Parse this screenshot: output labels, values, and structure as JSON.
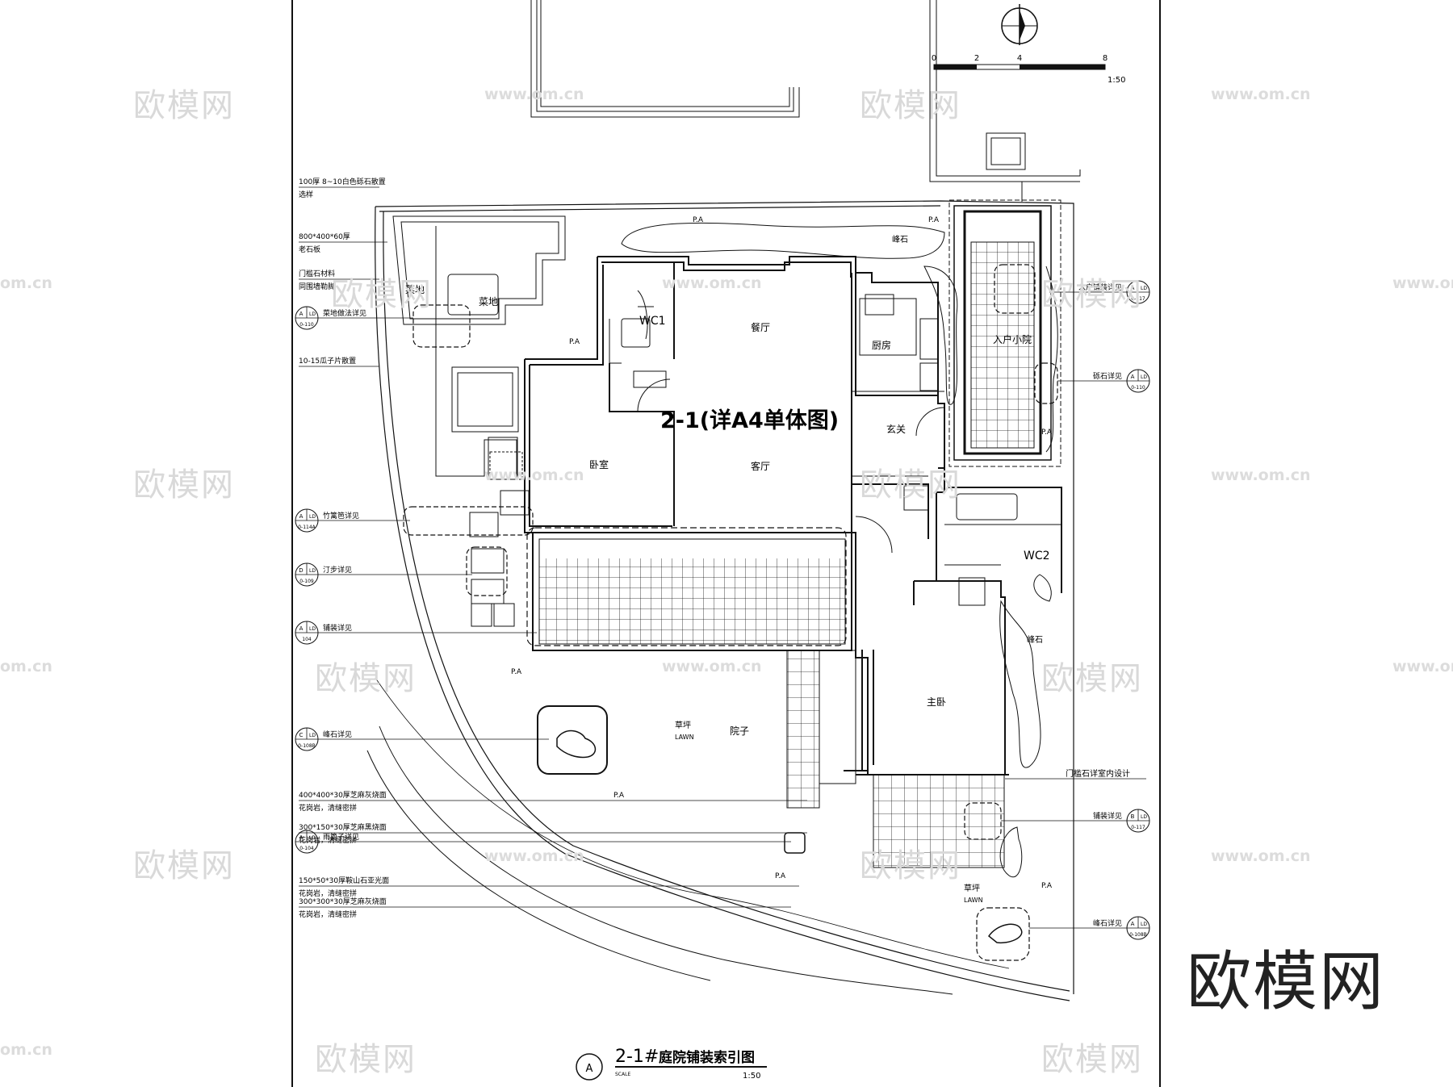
{
  "title": {
    "index_letter": "A",
    "prefix": "2-1#",
    "name": "庭院铺装索引图",
    "scale_word": "SCALE",
    "scale": "1:50"
  },
  "scale_bar": {
    "ticks": [
      "0",
      "2",
      "4",
      "8"
    ],
    "ratio": "1:50"
  },
  "unit_label": "2-1(详A4单体图)",
  "rooms": {
    "wc1": "WC1",
    "dining": "餐厅",
    "kitchen": "厨房",
    "entry_court": "入户小院",
    "foyer": "玄关",
    "bedroom": "卧室",
    "living": "客厅",
    "wc2": "WC2",
    "master": "主卧",
    "vegetable_a": "菜地",
    "vegetable_b": "菜地",
    "lawn_cn": "草坪",
    "lawn_en": "LAWN",
    "yard": "院子",
    "lawn2_cn": "草坪",
    "lawn2_en": "LAWN",
    "rock_top": "峰石",
    "rock_right": "峰石"
  },
  "pa_label": "P.A",
  "left_notes": [
    {
      "lines": [
        "100厚  8~10白色砾石散置",
        "选样"
      ]
    },
    {
      "lines": [
        "800*400*60厚",
        "老石板"
      ]
    },
    {
      "lines": [
        "门槛石材料",
        "同围墙勒脚"
      ]
    },
    {
      "lines": [
        "10-15瓜子片散置"
      ]
    },
    {
      "lines": [
        "400*400*30厚芝麻灰烧面",
        "花岗岩，清缝密拼"
      ]
    },
    {
      "lines": [
        "300*150*30厚芝麻黑烧面",
        "花岗岩，清缝密拼"
      ]
    },
    {
      "lines": [
        "150*50*30厚鞍山石亚光面",
        "花岗岩，清缝密拼"
      ]
    },
    {
      "lines": [
        "300*300*30厚芝麻灰烧面",
        "花岗岩，清缝密拼"
      ]
    }
  ],
  "left_refs": [
    {
      "top": "A",
      "right": "LD",
      "bottom": "0-110",
      "label": "菜地做法详见"
    },
    {
      "top": "A",
      "right": "LD",
      "bottom": "0-114A",
      "label": "竹篱笆详见"
    },
    {
      "top": "D",
      "right": "LD",
      "bottom": "0-109",
      "label": "汀步详见"
    },
    {
      "top": "A",
      "right": "LD",
      "bottom": "104",
      "label": "铺装详见"
    },
    {
      "top": "C",
      "right": "LD",
      "bottom": "0-108B",
      "label": "峰石详见"
    },
    {
      "top": "A",
      "right": "LD",
      "bottom": "0-104",
      "label": "雨篦子详见"
    }
  ],
  "right_refs": [
    {
      "top": "A",
      "right": "LD",
      "bottom": "0-117",
      "label": "入户铺装详见"
    },
    {
      "top": "A",
      "right": "LD",
      "bottom": "0-110",
      "label": "砾石详见"
    },
    {
      "top": "B",
      "right": "LD",
      "bottom": "0-117",
      "label": "铺装详见"
    },
    {
      "top": "A",
      "right": "LD",
      "bottom": "0-108B",
      "label": "峰石详见"
    }
  ],
  "right_note": "门槛石详室内设计",
  "watermark": {
    "cn": "欧模网",
    "url": "www.om.cn",
    "url_short": "om.cn"
  },
  "brand": "欧模网"
}
